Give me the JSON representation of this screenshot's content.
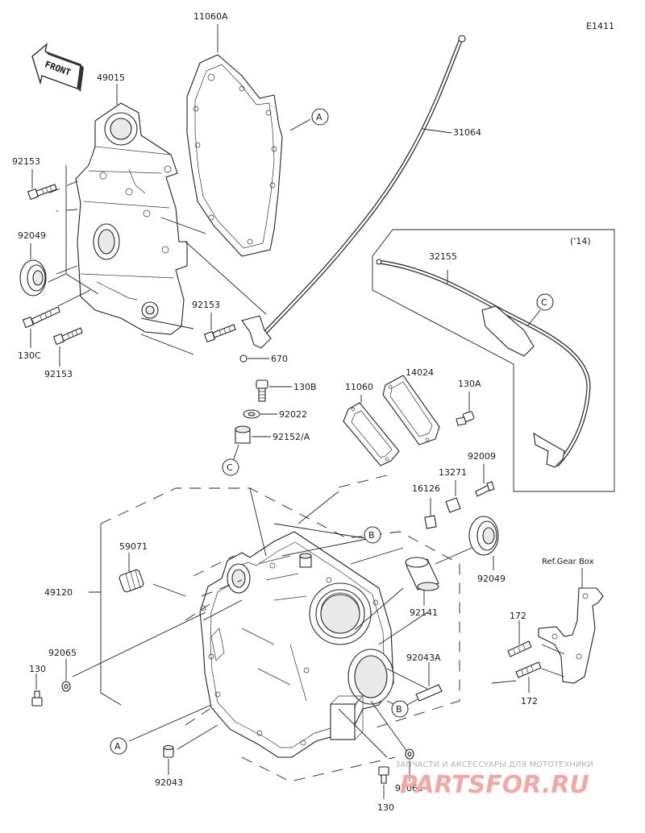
{
  "diagram_code": "E1411",
  "front_label": "FRONT",
  "year_note": "('14)",
  "ref_label": "Ref.Gear Box",
  "callout_letters": {
    "a": "A",
    "b": "B",
    "c": "C"
  },
  "parts": {
    "p11060A": "11060A",
    "p49015": "49015",
    "p31064": "31064",
    "p92153a": "92153",
    "p92049a": "92049",
    "p130C": "130C",
    "p92153b": "92153",
    "p92153c": "92153",
    "p670": "670",
    "p32155": "32155",
    "p130B": "130B",
    "p92022": "92022",
    "p92152A": "92152/A",
    "p11060": "11060",
    "p14024": "14024",
    "p130A": "130A",
    "p92009": "92009",
    "p13271": "13271",
    "p16126": "16126",
    "p59071": "59071",
    "p49120": "49120",
    "p92049b": "92049",
    "p92141": "92141",
    "p172a": "172",
    "p172b": "172",
    "p92065a": "92065",
    "p130a": "130",
    "p92043A": "92043A",
    "p92043": "92043",
    "p130b": "130",
    "p92065b": "92065"
  },
  "watermark": {
    "line1": "ЗАПЧАСТИ И АКСЕССУАРЫ ДЛЯ МОТОТЕХНИКИ",
    "line2": "PARTSFOR.RU"
  }
}
